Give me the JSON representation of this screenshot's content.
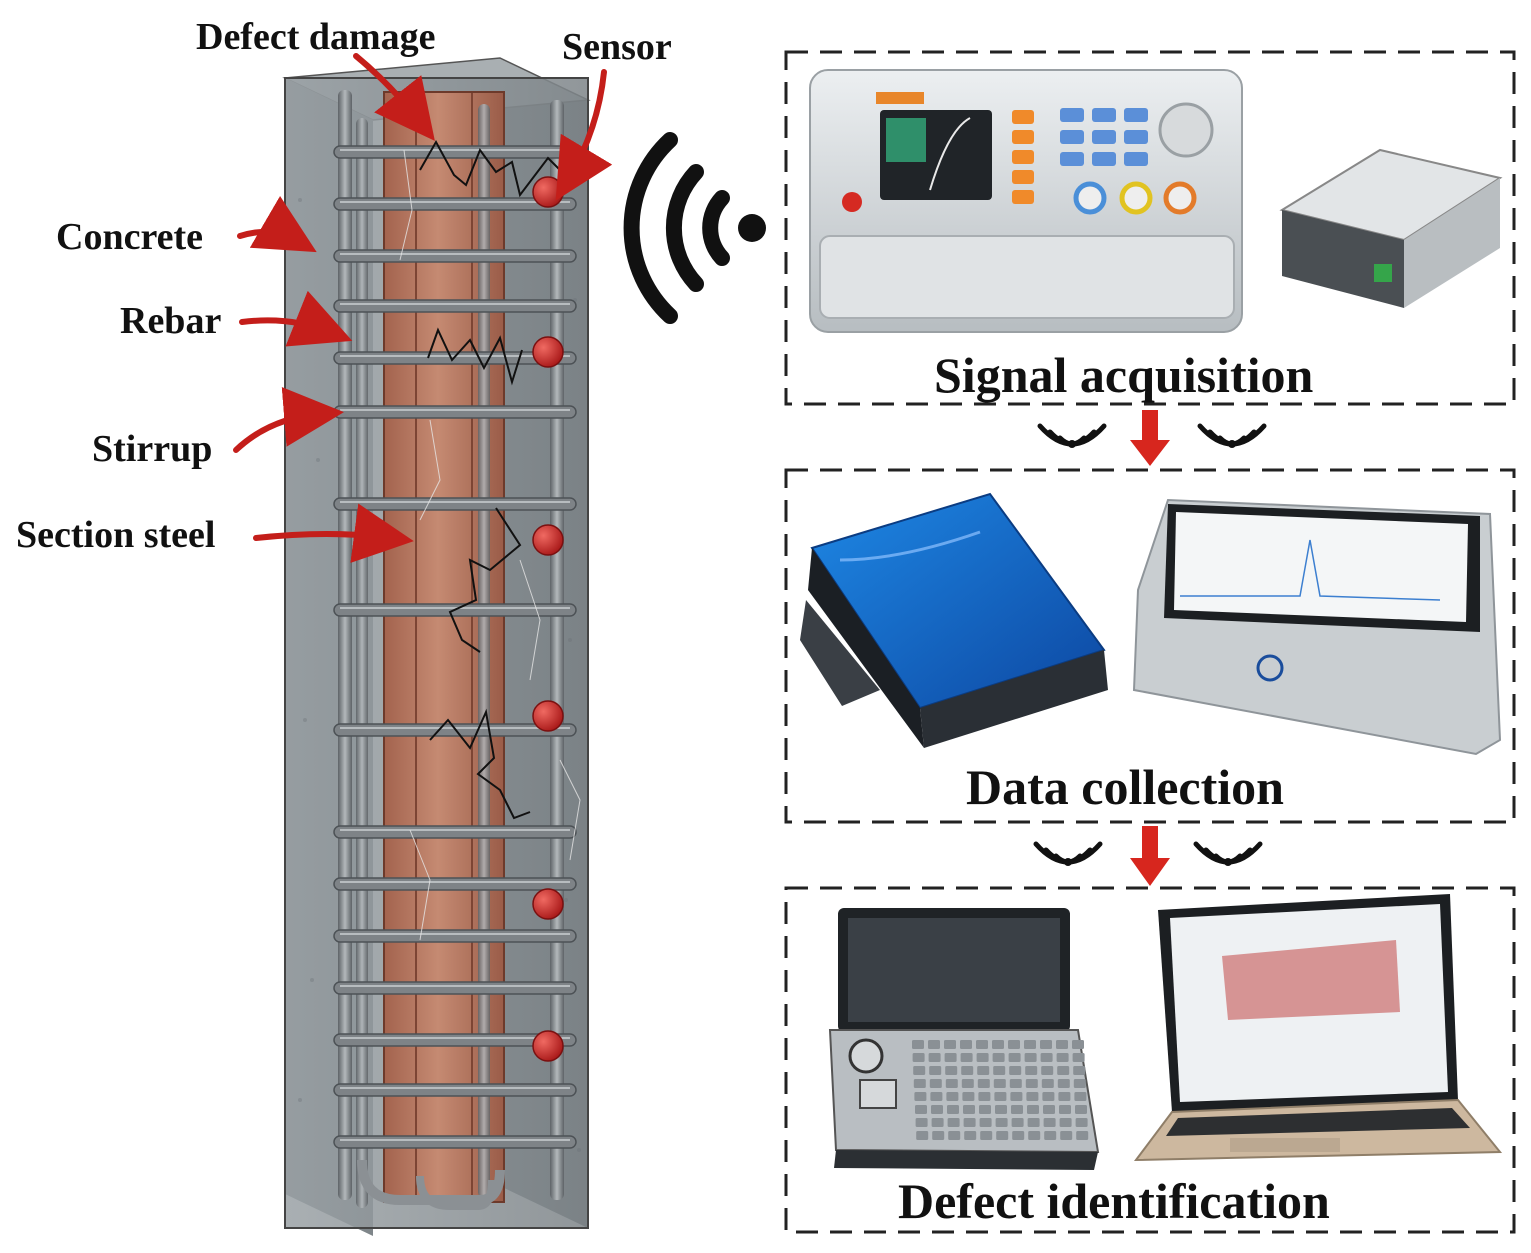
{
  "column_labels": {
    "defect_damage": "Defect damage",
    "sensor": "Sensor",
    "concrete": "Concrete",
    "rebar": "Rebar",
    "stirrup": "Stirrup",
    "section_steel": "Section steel"
  },
  "stages": [
    {
      "id": "signal-acquisition",
      "label": "Signal acquisition"
    },
    {
      "id": "data-collection",
      "label": "Data collection"
    },
    {
      "id": "defect-identification",
      "label": "Defect identification"
    }
  ],
  "icons": {
    "wireless": "wireless-signal-icon",
    "flow_arrow": "red-down-arrow-icon"
  },
  "colors": {
    "arrow_red": "#d7261e",
    "concrete": "#8f969a",
    "section_steel": "#b0705a",
    "rebar": "#7a7f83",
    "sensor": "#c8282a",
    "crack": "#111111",
    "dashed_border": "#222222",
    "device_blue": "#1565c0"
  }
}
